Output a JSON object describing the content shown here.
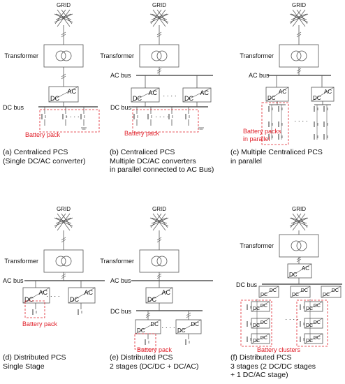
{
  "labels": {
    "grid": "GRID",
    "transformer": "Transformer",
    "dc_bus": "DC bus",
    "ac_bus": "AC bus",
    "dc": "DC",
    "ac": "AC",
    "dots": "· · · ·"
  },
  "panels": [
    {
      "id": "a",
      "caption": [
        "(a) Centraliced PCS",
        "(Single DC/AC converter)"
      ],
      "battery_label": [
        "Battery pack"
      ]
    },
    {
      "id": "b",
      "caption": [
        "(b) Centraliced PCS",
        "Multiple DC/AC converters",
        "in parallel connected to AC Bus)"
      ],
      "battery_label": [
        "Battery pack"
      ]
    },
    {
      "id": "c",
      "caption": [
        "(c) Multiple Centraliced PCS",
        "in parallel"
      ],
      "battery_label": [
        "Battery packs",
        "in parallel"
      ]
    },
    {
      "id": "d",
      "caption": [
        "(d) Distributed PCS",
        "Single Stage"
      ],
      "battery_label": [
        "Battery pack"
      ]
    },
    {
      "id": "e",
      "caption": [
        "(e) Distributed PCS",
        "2 stages (DC/DC + DC/AC)"
      ],
      "battery_label": [
        "Battery pack"
      ]
    },
    {
      "id": "f",
      "caption": [
        "(f) Distributed PCS",
        "3 stages (2 DC/DC stages",
        "+ 1 DC/AC stage)"
      ],
      "battery_label": [
        "Battery clusters"
      ]
    }
  ],
  "colors": {
    "line": "#555555",
    "highlight": "#e0202a",
    "text": "#111111"
  }
}
